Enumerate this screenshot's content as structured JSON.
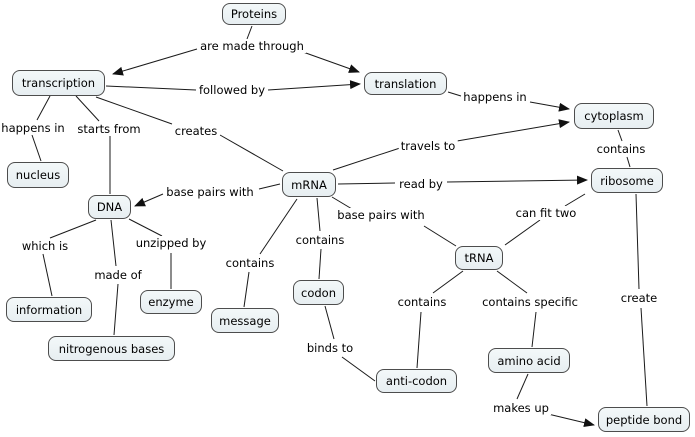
{
  "diagram": {
    "type": "concept-map",
    "topic": "Protein synthesis concept map"
  },
  "colors": {
    "background": "#ffffff",
    "node_fill": "#e9f0f2",
    "node_border": "#4d4d4d",
    "line": "#1a1a1a",
    "text": "#000000"
  },
  "nodes": [
    {
      "id": "proteins",
      "label": "Proteins"
    },
    {
      "id": "transcription",
      "label": "transcription"
    },
    {
      "id": "translation",
      "label": "translation"
    },
    {
      "id": "cytoplasm",
      "label": "cytoplasm"
    },
    {
      "id": "nucleus",
      "label": "nucleus"
    },
    {
      "id": "dna",
      "label": "DNA"
    },
    {
      "id": "mrna",
      "label": "mRNA"
    },
    {
      "id": "ribosome",
      "label": "ribosome"
    },
    {
      "id": "trna",
      "label": "tRNA"
    },
    {
      "id": "information",
      "label": "information"
    },
    {
      "id": "enzyme",
      "label": "enzyme"
    },
    {
      "id": "message",
      "label": "message"
    },
    {
      "id": "nitrogenous-bases",
      "label": "nitrogenous bases"
    },
    {
      "id": "codon",
      "label": "codon"
    },
    {
      "id": "anti-codon",
      "label": "anti-codon"
    },
    {
      "id": "amino-acid",
      "label": "amino acid"
    },
    {
      "id": "peptide-bond",
      "label": "peptide bond"
    }
  ],
  "edges": [
    {
      "from": "Proteins",
      "to": "transcription",
      "label": "are made through",
      "arrow": true
    },
    {
      "from": "Proteins",
      "to": "translation",
      "label": "are made through",
      "arrow": true
    },
    {
      "from": "transcription",
      "to": "translation",
      "label": "followed by",
      "arrow": true
    },
    {
      "from": "transcription",
      "to": "nucleus",
      "label": "happens in",
      "arrow": false
    },
    {
      "from": "transcription",
      "to": "DNA",
      "label": "starts from",
      "arrow": false
    },
    {
      "from": "transcription",
      "to": "mRNA",
      "label": "creates",
      "arrow": false
    },
    {
      "from": "mRNA",
      "to": "DNA",
      "label": "base pairs with",
      "arrow": true
    },
    {
      "from": "mRNA",
      "to": "cytoplasm",
      "label": "travels to",
      "arrow": true
    },
    {
      "from": "mRNA",
      "to": "ribosome",
      "label": "read by",
      "arrow": true
    },
    {
      "from": "mRNA",
      "to": "tRNA",
      "label": "base pairs with",
      "arrow": false
    },
    {
      "from": "mRNA",
      "to": "codon",
      "label": "contains",
      "arrow": false
    },
    {
      "from": "mRNA",
      "to": "message",
      "label": "contains",
      "arrow": false
    },
    {
      "from": "translation",
      "to": "cytoplasm",
      "label": "happens in",
      "arrow": true
    },
    {
      "from": "cytoplasm",
      "to": "ribosome",
      "label": "contains",
      "arrow": false
    },
    {
      "from": "ribosome",
      "to": "tRNA",
      "label": "can fit two",
      "arrow": false
    },
    {
      "from": "tRNA",
      "to": "anti-codon",
      "label": "contains",
      "arrow": false
    },
    {
      "from": "tRNA",
      "to": "amino acid",
      "label": "contains specific",
      "arrow": false
    },
    {
      "from": "codon",
      "to": "anti-codon",
      "label": "binds to",
      "arrow": false
    },
    {
      "from": "amino acid",
      "to": "peptide bond",
      "label": "makes up",
      "arrow": true
    },
    {
      "from": "ribosome",
      "to": "peptide bond",
      "label": "create",
      "arrow": false
    },
    {
      "from": "DNA",
      "to": "information",
      "label": "which is",
      "arrow": false
    },
    {
      "from": "DNA",
      "to": "nitrogenous bases",
      "label": "made of",
      "arrow": false
    },
    {
      "from": "DNA",
      "to": "enzyme",
      "label": "unzipped by",
      "arrow": false
    }
  ]
}
